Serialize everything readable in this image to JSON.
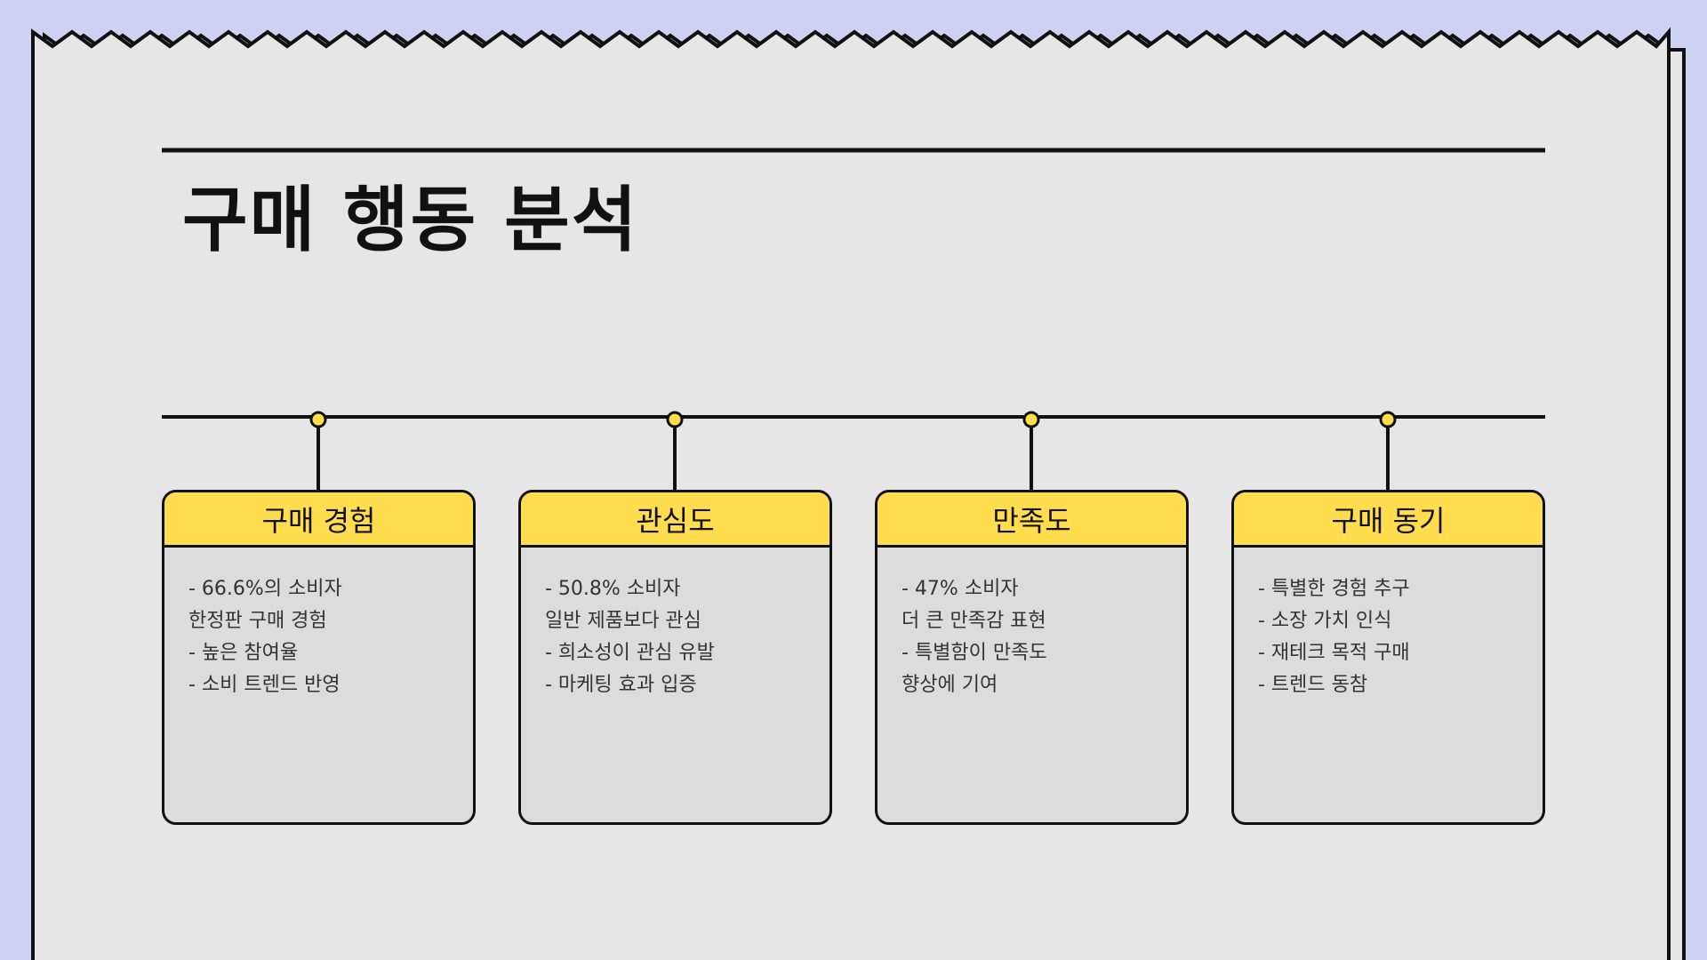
{
  "title": "구매 행동 분석",
  "colors": {
    "background": "#cdd1f2",
    "paper": "#e6e6e6",
    "card_body": "#dcdcdc",
    "accent": "#ffdd4e",
    "ink": "#111111"
  },
  "cards": [
    {
      "title": "구매 경험",
      "lines": [
        "- 66.6%의 소비자",
        "한정판 구매 경험",
        "- 높은 참여율",
        "- 소비 트렌드 반영"
      ]
    },
    {
      "title": "관심도",
      "lines": [
        "- 50.8% 소비자",
        "일반 제품보다 관심",
        "- 희소성이 관심 유발",
        "- 마케팅 효과 입증"
      ]
    },
    {
      "title": "만족도",
      "lines": [
        "- 47% 소비자",
        "더 큰 만족감 표현",
        "- 특별함이 만족도",
        "향상에 기여"
      ]
    },
    {
      "title": "구매 동기",
      "lines": [
        "- 특별한 경험 추구",
        "- 소장 가치 인식",
        "- 재테크 목적 구매",
        "- 트렌드 동참"
      ]
    }
  ]
}
